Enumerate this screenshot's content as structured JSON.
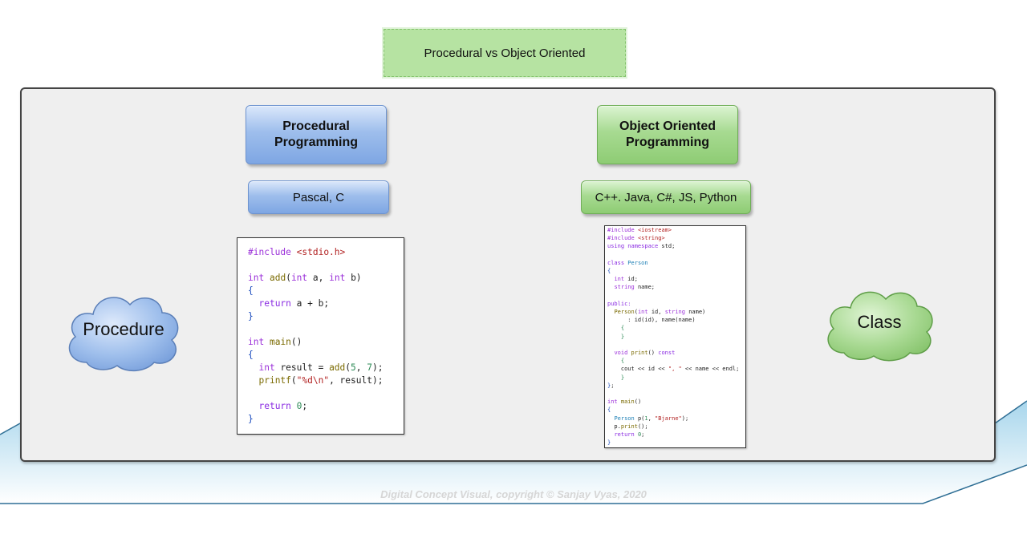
{
  "title": "Procedural vs Object Oriented",
  "procedural": {
    "heading_line1": "Procedural",
    "heading_line2": "Programming",
    "languages": "Pascal, C",
    "cloud": "Procedure"
  },
  "oop": {
    "heading_line1": "Object Oriented",
    "heading_line2": "Programming",
    "languages": "C++. Java, C#, JS, Python",
    "cloud": "Class"
  },
  "footer": "Digital Concept Visual, copyright © Sanjay Vyas, 2020",
  "colors": {
    "title_box": "#b6e3a2",
    "procedural_blue": "#9ebeec",
    "oop_green": "#a7da91",
    "panel": "#efefef",
    "floor": "#bfe1f1"
  }
}
